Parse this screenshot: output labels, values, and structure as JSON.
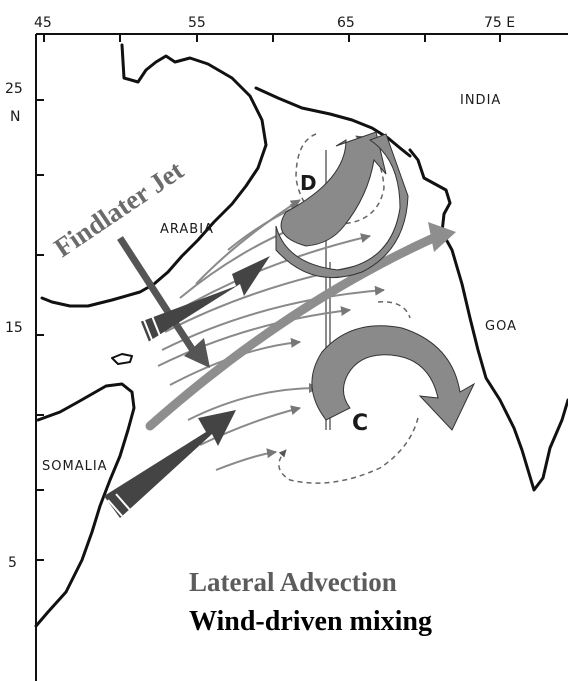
{
  "axes": {
    "top_ticks": [
      "45",
      "55",
      "65",
      "75 E"
    ],
    "left_ticks": [
      "25",
      "N",
      "15",
      "5"
    ]
  },
  "places": {
    "india": "INDIA",
    "arabia": "ARABIA",
    "goa": "GOA",
    "somalia": "SOMALIA"
  },
  "jet_label": "Findlater Jet",
  "eddies": {
    "upper": "D",
    "lower": "C"
  },
  "legend": {
    "line1": "Lateral Advection",
    "line2": "Wind-driven mixing"
  },
  "colors": {
    "legend_line1": "#5c5c5c",
    "legend_line2": "#000000",
    "jet_text": "#6b6b6b",
    "dark_arrow": "#444444",
    "eddy_fill": "#8a8a8a"
  }
}
